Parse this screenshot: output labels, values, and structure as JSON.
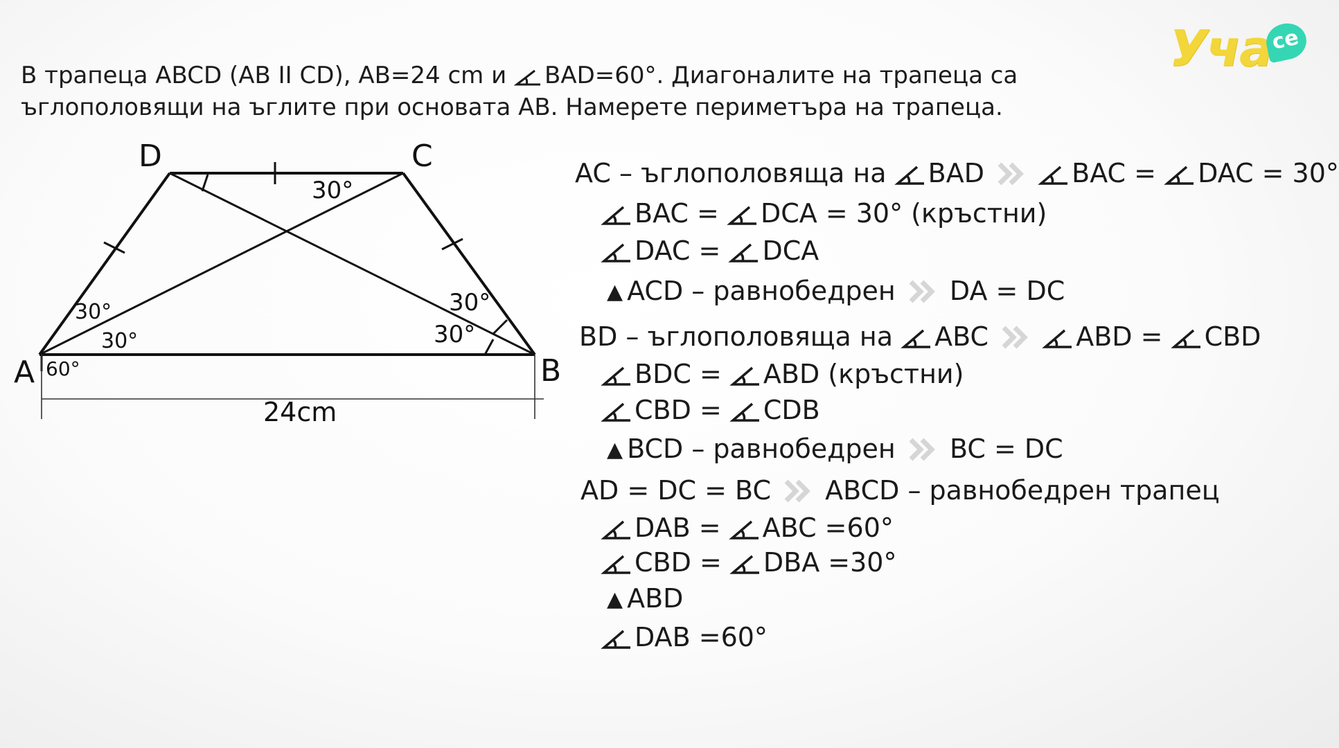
{
  "logo": {
    "text": "Уча",
    "badge": "се",
    "yellow": "#f2d63a",
    "teal": "#35d6b3"
  },
  "problem": {
    "line1_a": "В трапеца ABCD (AB II CD), AB=24 cm и",
    "line1_b": "BAD=60°. Диагоналите на трапеца са",
    "line2": "ъглополовящи на ъглите при основата AB. Намерете периметъра на трапеца."
  },
  "figure": {
    "vertex_A": "A",
    "vertex_B": "B",
    "vertex_C": "C",
    "vertex_D": "D",
    "angle_A_60": "60°",
    "angle_A_upper": "30°",
    "angle_A_lower": "30°",
    "angle_D_C": "30°",
    "angle_B_upper": "30°",
    "angle_B_lower": "30°",
    "base_length": "24cm"
  },
  "solution": {
    "l1": {
      "a": "AC – ъглополовяща на",
      "b": "BAD",
      "c": "BAC =",
      "d": "DAC = 30°"
    },
    "l2": {
      "a": "BAC =",
      "b": "DCA = 30° (кръстни)"
    },
    "l3": {
      "a": "DAC =",
      "b": "DCA"
    },
    "l4": {
      "tri": "▲",
      "a": "ACD –  равнобедрен",
      "b": "DA = DC"
    },
    "l5": {
      "a": "BD – ъглополовяща на",
      "b": "ABC",
      "c": "ABD =",
      "d": "CBD"
    },
    "l6": {
      "a": "BDC =",
      "b": "ABD (кръстни)"
    },
    "l7": {
      "a": "CBD =",
      "b": "CDB"
    },
    "l8": {
      "tri": "▲",
      "a": "BCD –  равнобедрен",
      "b": "BC = DC"
    },
    "l9": {
      "a": "AD = DC = BC",
      "b": "ABCD – равнобедрен трапец"
    },
    "l10": {
      "a": "DAB =",
      "b": "ABC =60°"
    },
    "l11": {
      "a": "CBD =",
      "b": "DBA =30°"
    },
    "l12": {
      "tri": "▲",
      "a": "ABD"
    },
    "l13": {
      "a": "DAB =60°"
    }
  }
}
